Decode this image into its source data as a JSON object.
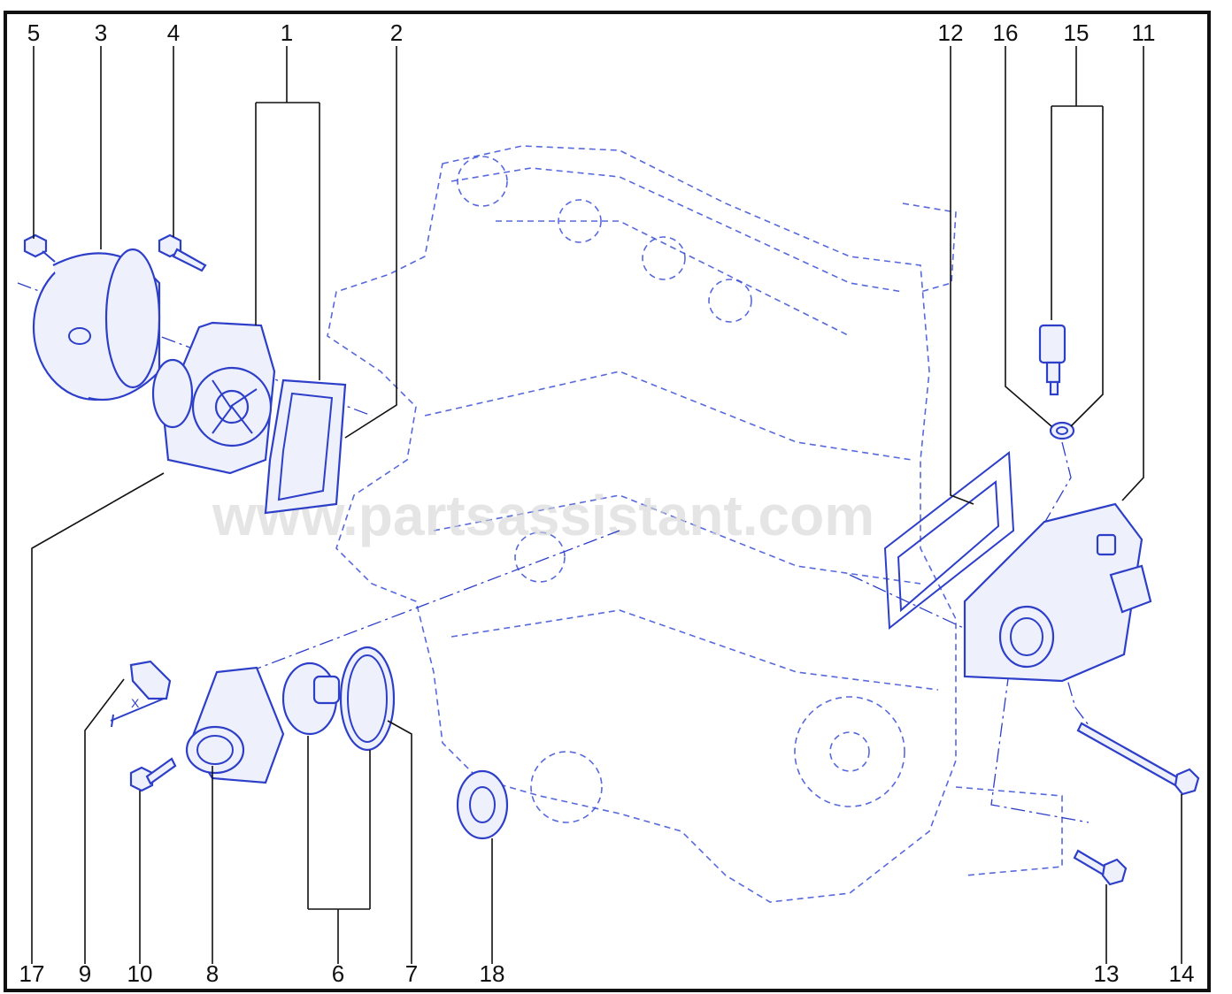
{
  "diagram": {
    "watermark": "www.partsassistant.com",
    "dimension_label": "X",
    "callouts": [
      "5",
      "3",
      "4",
      "1",
      "2",
      "12",
      "16",
      "15",
      "11",
      "17",
      "9",
      "10",
      "8",
      "6",
      "7",
      "18",
      "13",
      "14"
    ]
  },
  "colors": {
    "frame": "#111111",
    "parts": "#2d3fc9",
    "background": "#ffffff"
  }
}
